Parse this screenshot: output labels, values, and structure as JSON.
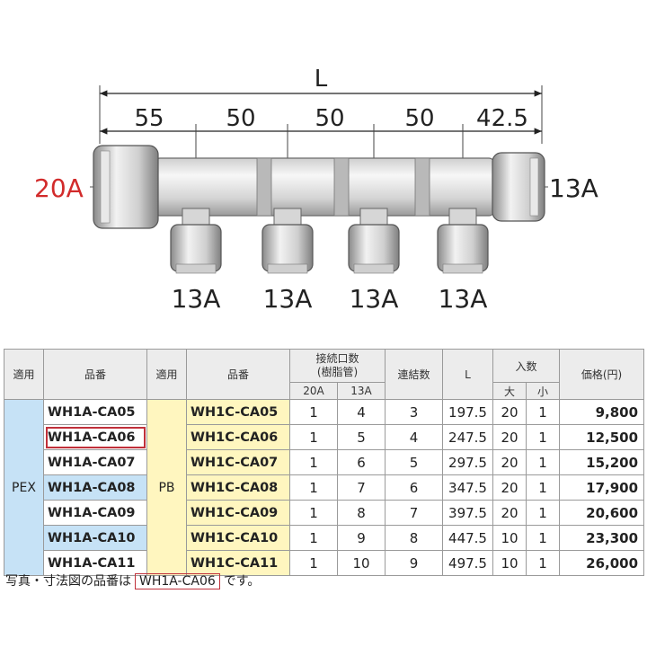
{
  "dimensions": {
    "overall": "L",
    "segments": [
      "55",
      "50",
      "50",
      "50",
      "42.5"
    ]
  },
  "ports": {
    "inlet": "20A",
    "outlet": "13A",
    "branches": [
      "13A",
      "13A",
      "13A",
      "13A"
    ]
  },
  "colors": {
    "inlet_red": "#d22b2b",
    "pex_blue": "#c6e2f6",
    "pb_yellow": "#fff6bf",
    "highlight": "#c0303a"
  },
  "table": {
    "headers": {
      "apply1": "適用",
      "code1": "品番",
      "apply2": "適用",
      "code2": "品番",
      "ports": "接続口数\n(樹脂管)",
      "ports_20a": "20A",
      "ports_13a": "13A",
      "links": "連結数",
      "length": "L",
      "qty": "入数",
      "qty_large": "大",
      "qty_small": "小",
      "price": "価格(円)"
    },
    "group1": "PEX",
    "group2": "PB",
    "rows": [
      {
        "code1": "WH1A-CA05",
        "code2": "WH1C-CA05",
        "p20": "1",
        "p13": "4",
        "links": "3",
        "L": "197.5",
        "large": "20",
        "small": "1",
        "price": "9,800"
      },
      {
        "code1": "WH1A-CA06",
        "code2": "WH1C-CA06",
        "p20": "1",
        "p13": "5",
        "links": "4",
        "L": "247.5",
        "large": "20",
        "small": "1",
        "price": "12,500"
      },
      {
        "code1": "WH1A-CA07",
        "code2": "WH1C-CA07",
        "p20": "1",
        "p13": "6",
        "links": "5",
        "L": "297.5",
        "large": "20",
        "small": "1",
        "price": "15,200"
      },
      {
        "code1": "WH1A-CA08",
        "code2": "WH1C-CA08",
        "p20": "1",
        "p13": "7",
        "links": "6",
        "L": "347.5",
        "large": "20",
        "small": "1",
        "price": "17,900"
      },
      {
        "code1": "WH1A-CA09",
        "code2": "WH1C-CA09",
        "p20": "1",
        "p13": "8",
        "links": "7",
        "L": "397.5",
        "large": "20",
        "small": "1",
        "price": "20,600"
      },
      {
        "code1": "WH1A-CA10",
        "code2": "WH1C-CA10",
        "p20": "1",
        "p13": "9",
        "links": "8",
        "L": "447.5",
        "large": "10",
        "small": "1",
        "price": "23,300"
      },
      {
        "code1": "WH1A-CA11",
        "code2": "WH1C-CA11",
        "p20": "1",
        "p13": "10",
        "links": "9",
        "L": "497.5",
        "large": "10",
        "small": "1",
        "price": "26,000"
      }
    ]
  },
  "note": {
    "before": "写真・寸法図の品番は",
    "code": "WH1A-CA06",
    "after": "です。"
  }
}
